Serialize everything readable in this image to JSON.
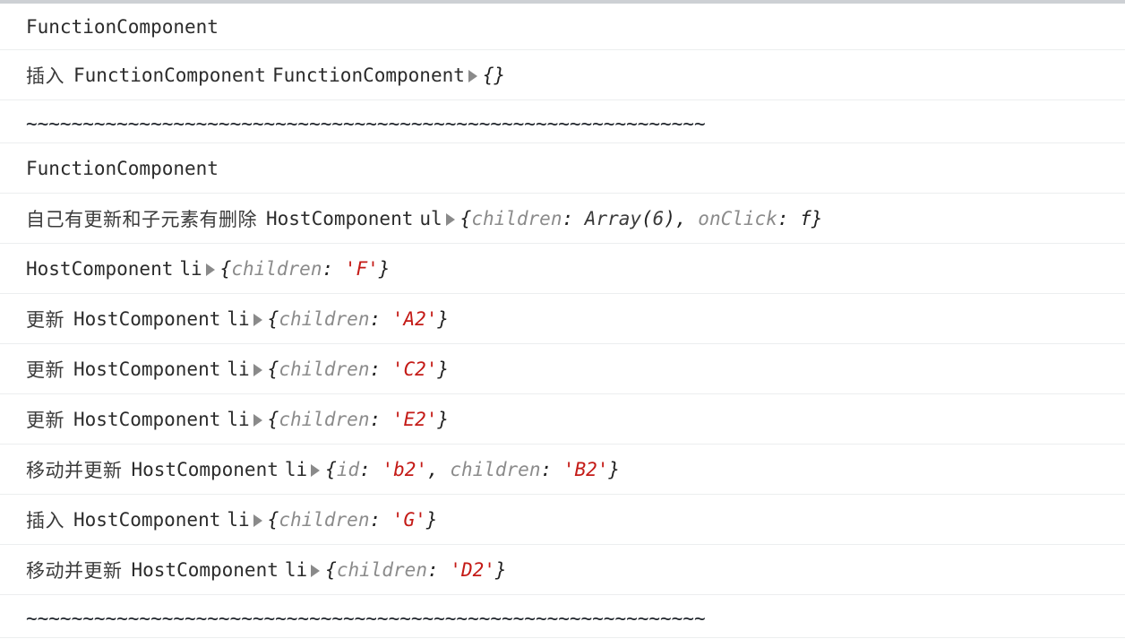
{
  "console": {
    "top_band_color": "#cdd0d4",
    "row_divider_color": "#eceeef",
    "string_value_color": "#c41a16",
    "object_key_color": "#8b8b8b",
    "text_color": "#2b2b2b",
    "disclosure_icon": "disclosure-triangle-icon",
    "rows": [
      {
        "type": "plain",
        "label": "",
        "component": "FunctionComponent",
        "element": "",
        "props_text": ""
      },
      {
        "type": "props",
        "label": "插入",
        "component": "FunctionComponent",
        "element": "FunctionComponent",
        "props_text": "{}"
      },
      {
        "type": "squiggle",
        "squiggle": "~~~~~~~~~~~~~~~~~~~~~~~~~~~~~~~~~~~~~~~~~~~~~~~~~~~~~~~~~~~~"
      },
      {
        "type": "plain",
        "label": "",
        "component": "FunctionComponent",
        "element": "",
        "props_text": ""
      },
      {
        "type": "props",
        "label": "自己有更新和子元素有删除",
        "component": "HostComponent",
        "element": "ul",
        "props_text": "{children: Array(6), onClick: f}"
      },
      {
        "type": "props",
        "label": "",
        "component": "HostComponent",
        "element": "li",
        "props_text": "{children: 'F'}"
      },
      {
        "type": "props",
        "label": "更新",
        "component": "HostComponent",
        "element": "li",
        "props_text": "{children: 'A2'}"
      },
      {
        "type": "props",
        "label": "更新",
        "component": "HostComponent",
        "element": "li",
        "props_text": "{children: 'C2'}"
      },
      {
        "type": "props",
        "label": "更新",
        "component": "HostComponent",
        "element": "li",
        "props_text": "{children: 'E2'}"
      },
      {
        "type": "props",
        "label": "移动并更新",
        "component": "HostComponent",
        "element": "li",
        "props_text": "{id: 'b2', children: 'B2'}"
      },
      {
        "type": "props",
        "label": "插入",
        "component": "HostComponent",
        "element": "li",
        "props_text": "{children: 'G'}"
      },
      {
        "type": "props",
        "label": "移动并更新",
        "component": "HostComponent",
        "element": "li",
        "props_text": "{children: 'D2'}"
      },
      {
        "type": "squiggle",
        "squiggle": "~~~~~~~~~~~~~~~~~~~~~~~~~~~~~~~~~~~~~~~~~~~~~~~~~~~~~~~~~~~~"
      }
    ]
  }
}
